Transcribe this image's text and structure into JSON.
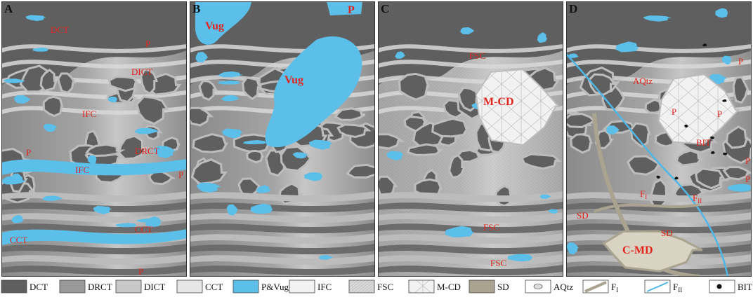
{
  "colors": {
    "pore": "#5bbfea",
    "dark_clast": "#5f5f5f",
    "grey_matrix": "#9d9d9d",
    "light_cement": "#d8d8d8",
    "red_label": "#e3241d",
    "saddle_dolomite": "#a9a390",
    "bitumen": "#111111"
  },
  "panels": [
    {
      "letter": "A",
      "labels": {
        "dct": "DCT",
        "p1": "P",
        "dict": "DICT",
        "ifc1": "IFC",
        "p2": "P",
        "drct": "DRCT",
        "ifc2": "IFC",
        "p3": "P",
        "cct1": "CCT",
        "cct2": "CCT",
        "p4": "P"
      }
    },
    {
      "letter": "B",
      "labels": {
        "vug1": "Vug",
        "p": "P",
        "vug2": "Vug"
      }
    },
    {
      "letter": "C",
      "labels": {
        "fsc1": "FSC",
        "mcd": "M-CD",
        "fsc2": "FSC",
        "fsc3": "FSC"
      }
    },
    {
      "letter": "D",
      "labels": {
        "p1": "P",
        "aqtz": "AQtz",
        "p2": "P",
        "p3": "P",
        "bit": "BIT",
        "p4": "P",
        "p5": "P",
        "f1": "F",
        "f1_sub": "I",
        "f2": "F",
        "f2_sub": "II",
        "sd1": "SD",
        "sd2": "SD",
        "cmd": "C-MD"
      }
    }
  ],
  "legend": [
    {
      "icon": "dct-swatch",
      "label": "DCT"
    },
    {
      "icon": "drct-swatch",
      "label": "DRCT"
    },
    {
      "icon": "dict-swatch",
      "label": "DICT"
    },
    {
      "icon": "cct-swatch",
      "label": "CCT"
    },
    {
      "icon": "pore-vug-swatch",
      "label": "P&Vug"
    },
    {
      "icon": "ifc-swatch",
      "label": "IFC"
    },
    {
      "icon": "fsc-swatch",
      "label": "FSC"
    },
    {
      "icon": "mcd-swatch",
      "label": "M-CD"
    },
    {
      "icon": "sd-swatch",
      "label": "SD"
    },
    {
      "icon": "aqtz-swatch",
      "label": "AQtz"
    },
    {
      "icon": "f1-swatch",
      "label": "F",
      "sub": "I"
    },
    {
      "icon": "f2-swatch",
      "label": "F",
      "sub": "II"
    },
    {
      "icon": "bit-swatch",
      "label": "BIT"
    }
  ]
}
